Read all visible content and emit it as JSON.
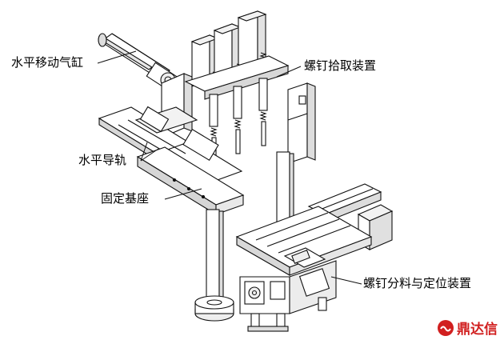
{
  "labels": {
    "cylinder": "水平移动气缸",
    "screw_pick": "螺钉拾取装置",
    "rail": "水平导轨",
    "base": "固定基座",
    "feed_position": "螺钉分料与定位装置"
  },
  "logo": {
    "text": "鼎达信",
    "color": "#d11f1f",
    "icon": "wave-badge-icon"
  }
}
